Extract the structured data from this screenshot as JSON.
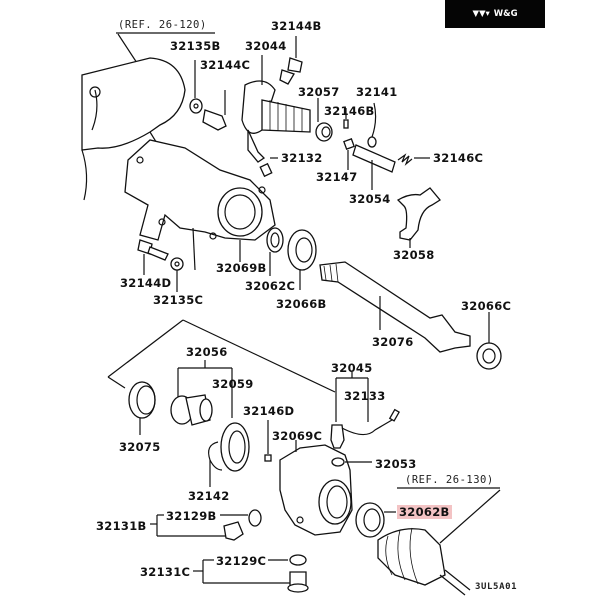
{
  "brand": {
    "logo_icon": "wg-chevrons-logo-icon",
    "name": "W&G"
  },
  "references": {
    "top": "(REF. 26-120)",
    "bottom": "(REF. 26-130)"
  },
  "diagram_code": "3UL5A01",
  "highlighted_part": "32062B",
  "highlight_color": "#f3c3c4",
  "parts": {
    "p32135B": "32135B",
    "p32144B": "32144B",
    "p32044": "32044",
    "p32144C": "32144C",
    "p32057": "32057",
    "p32141": "32141",
    "p32146B": "32146B",
    "p32132": "32132",
    "p32146C": "32146C",
    "p32147": "32147",
    "p32054": "32054",
    "p32058": "32058",
    "p32144D": "32144D",
    "p32069B": "32069B",
    "p32062C": "32062C",
    "p32066B": "32066B",
    "p32135C": "32135C",
    "p32066C": "32066C",
    "p32076": "32076",
    "p32056": "32056",
    "p32059": "32059",
    "p32045": "32045",
    "p32133": "32133",
    "p32075": "32075",
    "p32146D": "32146D",
    "p32069C": "32069C",
    "p32053": "32053",
    "p32142": "32142",
    "p32062B": "32062B",
    "p32131B": "32131B",
    "p32129B": "32129B",
    "p32131C": "32131C",
    "p32129C": "32129C"
  }
}
